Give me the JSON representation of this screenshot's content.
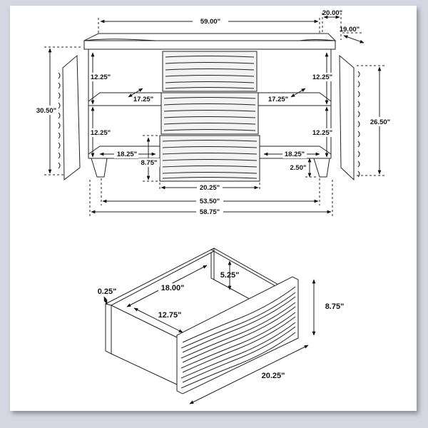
{
  "top_view": {
    "overall_width": "59.00\"",
    "top_depth": "20.00\"",
    "side_depth": "19.00\"",
    "height_total": "30.50\"",
    "height_inner": "26.50\"",
    "shelf_gap_upper_left": "12.25\"",
    "shelf_gap_lower_left": "12.25\"",
    "shelf_gap_upper_right": "12.25\"",
    "shelf_gap_lower_right": "12.25\"",
    "shelf_depth_left": "17.25\"",
    "shelf_depth_right": "17.25\"",
    "shelf_width_left": "18.25\"",
    "shelf_width_right": "18.25\"",
    "drawer_height": "8.75\"",
    "leg_height": "2.50\"",
    "drawer_width": "20.25\"",
    "inner_width": "53.50\"",
    "base_width": "58.75\""
  },
  "drawer_view": {
    "side_thickness": "0.25\"",
    "interior_depth": "18.00\"",
    "interior_width": "12.75\"",
    "interior_height": "5.25\"",
    "front_height": "8.75\"",
    "front_width": "20.25\""
  },
  "colors": {
    "background": "#d4d7e2",
    "paper": "#ffffff",
    "ink": "#222222"
  }
}
